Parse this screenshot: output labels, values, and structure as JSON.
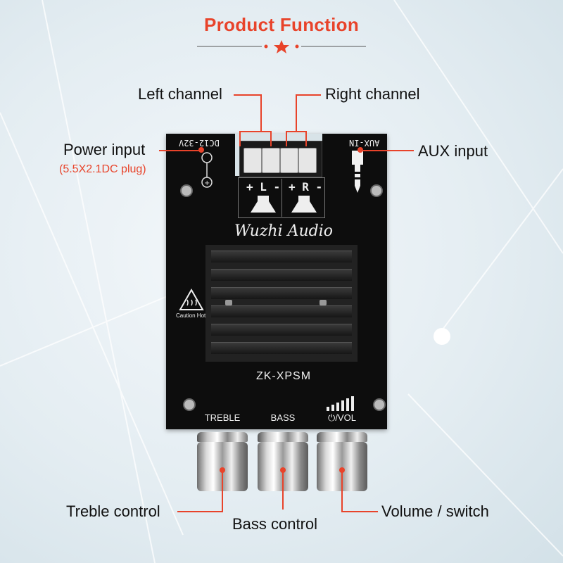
{
  "title": "Product Function",
  "labels": {
    "left_channel": "Left channel",
    "right_channel": "Right channel",
    "power_input": "Power input",
    "power_input_sub": "(5.5X2.1DC plug)",
    "aux_input": "AUX input",
    "treble_control": "Treble control",
    "bass_control": "Bass control",
    "volume_switch": "Volume / switch"
  },
  "board": {
    "power_silk": "DC12-32V",
    "aux_silk": "AUX-IN",
    "left_silk": "+ L -",
    "right_silk": "+ R -",
    "brand": "Wuzhi Audio",
    "caution": "Caution Hot",
    "model": "ZK-XPSM",
    "knob_treble": "TREBLE",
    "knob_bass": "BASS",
    "knob_vol": "⏻/VOL"
  },
  "colors": {
    "accent": "#e8432a",
    "board": "#0d0d0d"
  }
}
